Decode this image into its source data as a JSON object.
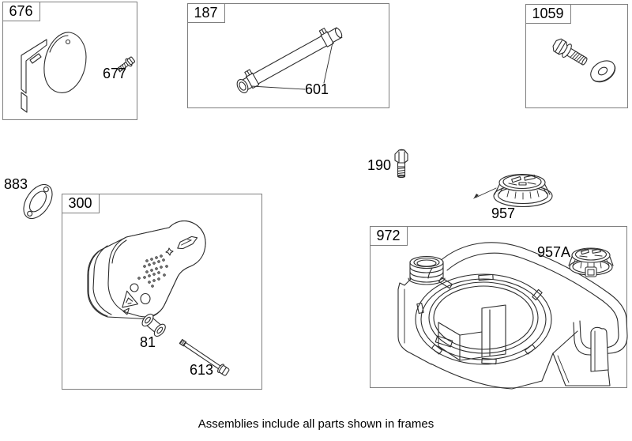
{
  "caption": "Assemblies include all parts shown in frames",
  "frames": {
    "muffler_guard": {
      "label": "676"
    },
    "breather_tube": {
      "label": "187"
    },
    "bolt_kit": {
      "label": "1059"
    },
    "muffler": {
      "label": "300"
    },
    "blower_housing": {
      "label": "972"
    }
  },
  "parts": {
    "guard_screw": {
      "label": "677"
    },
    "tube_clamp": {
      "label": "601"
    },
    "exhaust_gasket": {
      "label": "883"
    },
    "hex_bolt": {
      "label": "190"
    },
    "fuel_cap": {
      "label": "957"
    },
    "fuel_cap_a": {
      "label": "957A"
    },
    "spacer_link": {
      "label": "81"
    },
    "muffler_screw": {
      "label": "613"
    }
  },
  "colors": {
    "line": "#2d2d2d",
    "frame_border": "#7f7f7f",
    "background": "#ffffff",
    "text": "#000000"
  }
}
